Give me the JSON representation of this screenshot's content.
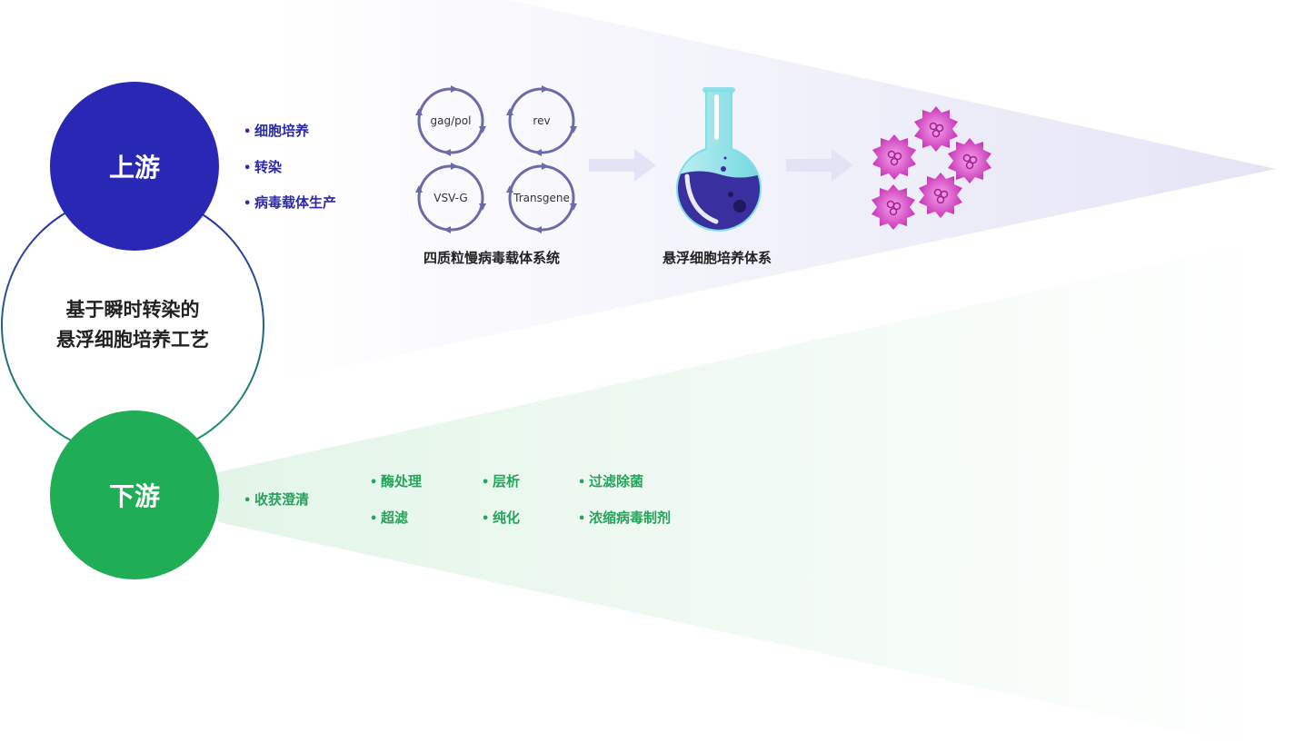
{
  "main": {
    "line1": "基于瞬时转染的",
    "line2": "悬浮细胞培养工艺"
  },
  "upstream": {
    "title": "上游",
    "items": [
      "细胞培养",
      "转染",
      "病毒载体生产"
    ],
    "plasmids": [
      "gag/pol",
      "rev",
      "VSV-G",
      "Transgene"
    ],
    "plasmid_caption": "四质粒慢病毒载体系统",
    "flask_caption": "悬浮细胞培养体系"
  },
  "downstream": {
    "title": "下游",
    "first": "收获澄清",
    "col1": [
      "酶处理",
      "超滤"
    ],
    "col2": [
      "层析",
      "纯化"
    ],
    "col3": [
      "过滤除菌",
      "浓缩病毒制剂"
    ]
  },
  "colors": {
    "upstream": "#2828b4",
    "downstream": "#1fae55",
    "plasmid_ring": "#6d6aa8",
    "virus": "#d23ec2",
    "flask_liquid": "#3a2f9e",
    "flask_top": "#7fdfe6"
  },
  "icons": [
    "right-arrow-icon",
    "flask-icon",
    "virus-icon"
  ]
}
